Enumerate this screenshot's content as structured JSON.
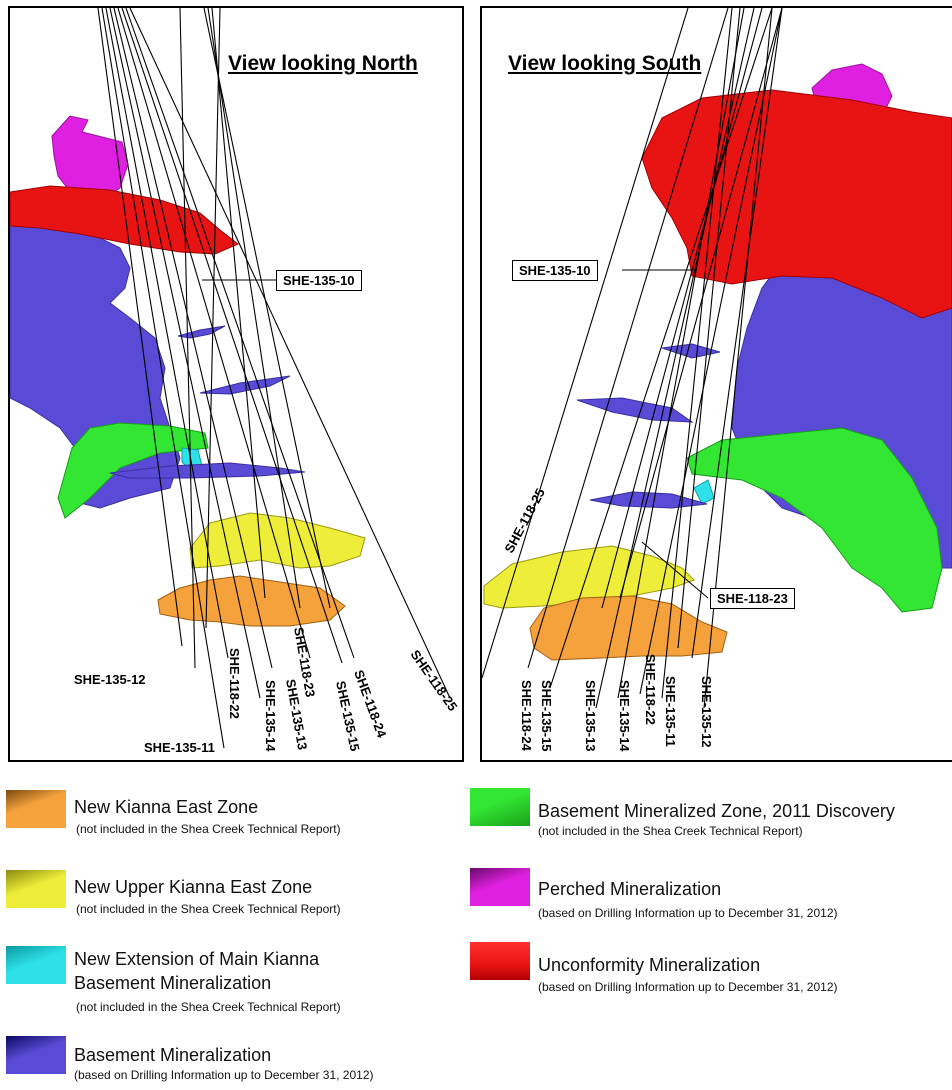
{
  "panels": {
    "north": {
      "title": "View looking North",
      "callout": "SHE-135-10",
      "hole_labels": [
        "SHE-135-12",
        "SHE-135-11",
        "SHE-118-22",
        "SHE-135-14",
        "SHE-135-13",
        "SHE-118-23",
        "SHE-135-15",
        "SHE-118-24",
        "SHE-118-25"
      ]
    },
    "south": {
      "title": "View looking South",
      "callout_top": "SHE-135-10",
      "callout_bottom": "SHE-118-23",
      "hole_label_side": "SHE-118-25",
      "hole_labels": [
        "SHE-118-24",
        "SHE-135-15",
        "SHE-135-13",
        "SHE-135-14",
        "SHE-118-22",
        "SHE-135-11",
        "SHE-135-12"
      ]
    }
  },
  "legend": [
    {
      "title": "New Kianna East Zone",
      "note": "(not included in the Shea Creek Technical Report)",
      "color": "#f5a13c"
    },
    {
      "title": "New Upper Kianna East Zone",
      "note": "(not included in the Shea Creek Technical Report)",
      "color": "#eeee3a"
    },
    {
      "title": "New Extension of Main Kianna",
      "title2": "Basement Mineralization",
      "note": "(not included in the Shea Creek Technical Report)",
      "color": "#2ee0e8"
    },
    {
      "title": "Basement Mineralization",
      "note": "(based on Drilling Information up to December 31, 2012)",
      "color": "#5a4bd6"
    },
    {
      "title": "Basement Mineralized Zone, 2011 Discovery",
      "note": "(not included in the Shea Creek Technical Report)",
      "color": "#33e633"
    },
    {
      "title": "Perched Mineralization",
      "note": "(based on Drilling Information up to December 31, 2012)",
      "color": "#e020e0"
    },
    {
      "title": "Unconformity Mineralization",
      "note": "(based on Drilling Information up to December 31, 2012)",
      "color": "#e81414"
    }
  ]
}
